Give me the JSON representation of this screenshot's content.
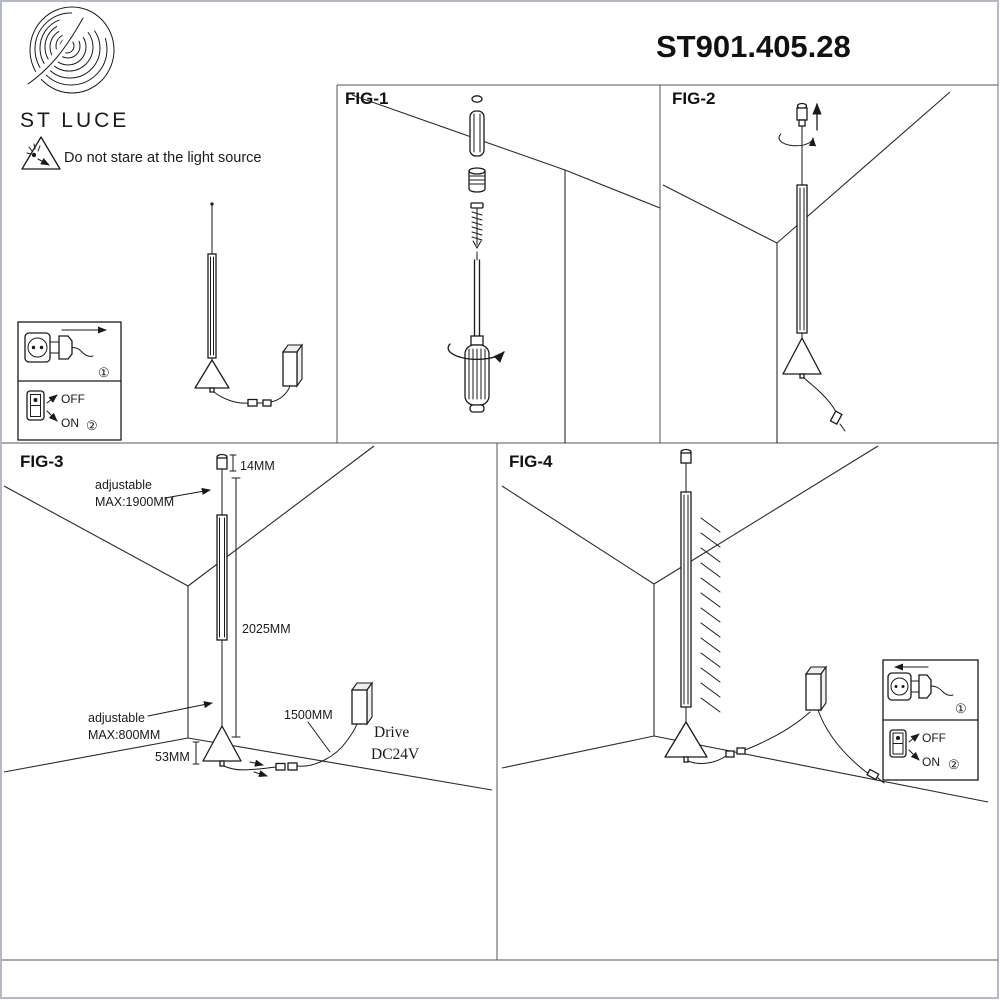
{
  "title": "ST901.405.28",
  "brand": {
    "name": "ST LUCE",
    "warning_text": "Do not stare at the light source"
  },
  "figures": {
    "fig1": "FIG-1",
    "fig2": "FIG-2",
    "fig3": "FIG-3",
    "fig4": "FIG-4"
  },
  "legend": {
    "off": "OFF",
    "on": "ON",
    "step1": "①",
    "step2": "②"
  },
  "dimensions": {
    "top_clearance": "14MM",
    "adjustable": "adjustable",
    "max_top": "MAX:1900MM",
    "total_height": "2025MM",
    "max_bottom": "MAX:800MM",
    "cone_height": "53MM",
    "cable_length": "1500MM",
    "drive_label": "Drive",
    "drive_voltage": "DC24V"
  },
  "colors": {
    "line": "#1a1a1a",
    "border": "#b6bac0",
    "background": "#ffffff"
  }
}
